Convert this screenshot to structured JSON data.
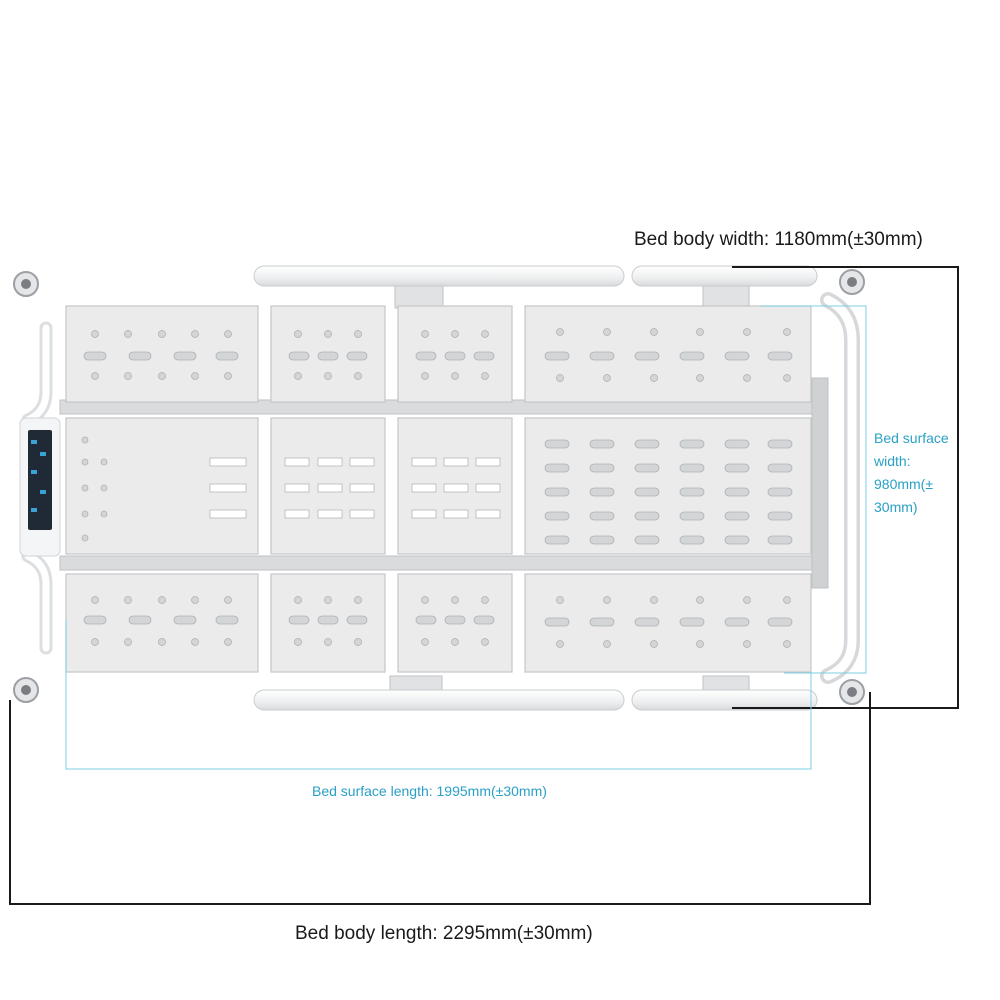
{
  "labels": {
    "body_width": "Bed body width: 1180mm(±30mm)",
    "surface_width": "Bed surface width: 980mm(± 30mm)",
    "surface_length": "Bed surface length: 1995mm(±30mm)",
    "body_length": "Bed body length: 2295mm(±30mm)"
  },
  "colors": {
    "dimension_line": "#1a1a1a",
    "surface_dimension": "#7ccfe3",
    "surface_text": "#2aa0c6",
    "panel": "#e9e9ea",
    "frame": "#d4d6d8"
  },
  "icons": {
    "caster": "caster-wheel-icon",
    "control_panel": "control-panel-icon"
  }
}
